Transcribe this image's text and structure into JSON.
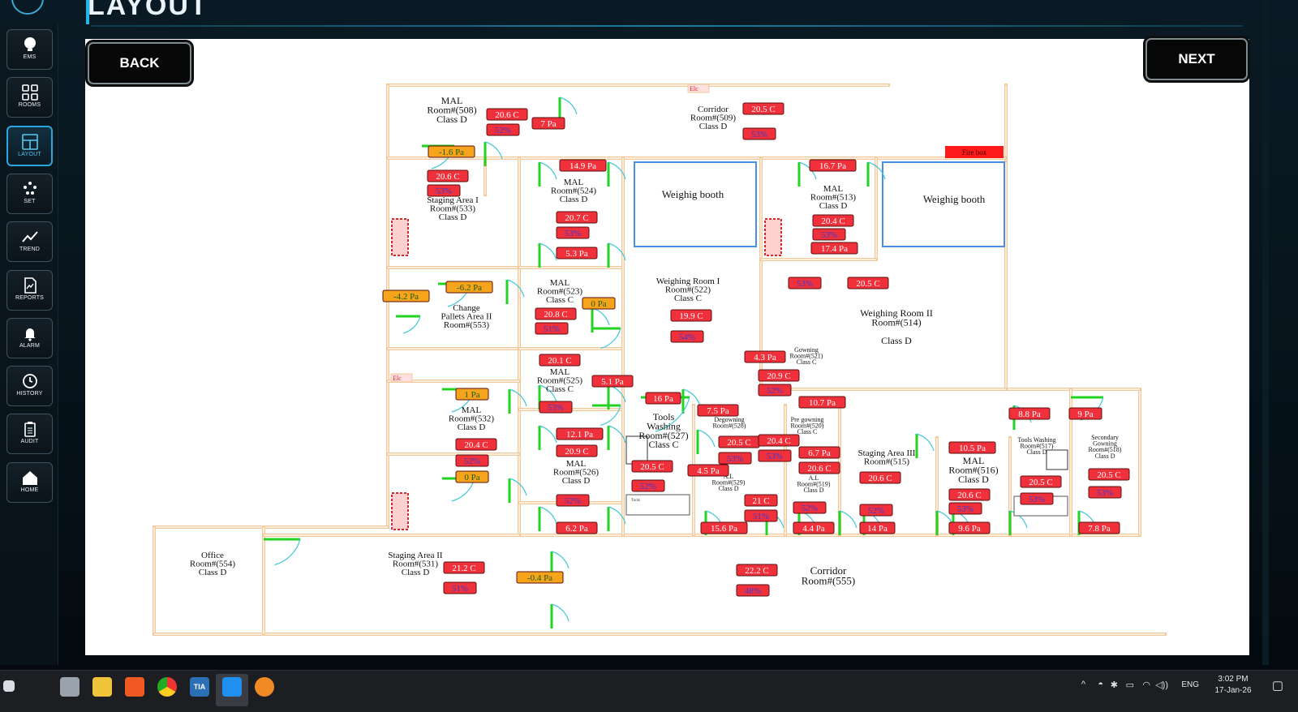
{
  "header": {
    "title": "LAYOUT"
  },
  "nav": [
    {
      "id": "ems",
      "label": "EMS",
      "icon": "bulb-icon"
    },
    {
      "id": "rooms",
      "label": "ROOMS",
      "icon": "grid-icon"
    },
    {
      "id": "layout",
      "label": "LAYOUT",
      "icon": "layout-icon",
      "active": true
    },
    {
      "id": "set",
      "label": "SET",
      "icon": "dots-icon"
    },
    {
      "id": "trend",
      "label": "TREND",
      "icon": "trend-icon"
    },
    {
      "id": "reports",
      "label": "REPORTS",
      "icon": "report-icon"
    },
    {
      "id": "alarm",
      "label": "ALARM",
      "icon": "bell-icon"
    },
    {
      "id": "history",
      "label": "HISTORY",
      "icon": "clock-icon"
    },
    {
      "id": "audit",
      "label": "AUDIT",
      "icon": "clipboard-icon"
    },
    {
      "id": "home",
      "label": "HOME",
      "icon": "home-icon"
    }
  ],
  "buttons": {
    "back": "BACK",
    "next": "NEXT"
  },
  "rooms": [
    {
      "id": "508",
      "lines": [
        "MAL",
        "Room#(508)",
        "Class D"
      ]
    },
    {
      "id": "509",
      "lines": [
        "Corridor",
        "Room#(509)",
        "Class D"
      ]
    },
    {
      "id": "533",
      "lines": [
        "Staging Area I",
        "Room#(533)",
        "Class D"
      ]
    },
    {
      "id": "524",
      "lines": [
        "MAL",
        "Room#(524)",
        "Class D"
      ]
    },
    {
      "id": "wb1",
      "lines": [
        "Weighig booth"
      ]
    },
    {
      "id": "wb2",
      "lines": [
        "Weighig booth"
      ]
    },
    {
      "id": "513",
      "lines": [
        "MAL",
        "Room#(513)",
        "Class D"
      ]
    },
    {
      "id": "553",
      "lines": [
        "Change",
        "Pallets Area II",
        "Room#(553)"
      ]
    },
    {
      "id": "523",
      "lines": [
        "MAL",
        "Room#(523)",
        "Class C"
      ]
    },
    {
      "id": "522",
      "lines": [
        "Weighing Room I",
        "Room#(522)",
        "Class C"
      ]
    },
    {
      "id": "514",
      "lines": [
        "Weighing Room II",
        "Room#(514)",
        "",
        "Class D"
      ]
    },
    {
      "id": "521",
      "lines": [
        "Gowning",
        "Room#(521)",
        "Class C"
      ]
    },
    {
      "id": "525",
      "lines": [
        "MAL",
        "Room#(525)",
        "Class C"
      ]
    },
    {
      "id": "532",
      "lines": [
        "MAL",
        "Room#(532)",
        "Class D"
      ]
    },
    {
      "id": "527",
      "lines": [
        "Tools",
        "Washing",
        "Room#(527)",
        "Class C"
      ]
    },
    {
      "id": "528",
      "lines": [
        "Degowning",
        "Room#(528)"
      ]
    },
    {
      "id": "520",
      "lines": [
        "Pre gowning",
        "Room#(520)",
        "Class C"
      ]
    },
    {
      "id": "515",
      "lines": [
        "Staging Area III",
        "Room#(515)",
        "",
        "Class D"
      ]
    },
    {
      "id": "516",
      "lines": [
        "MAL",
        "Room#(516)",
        "Class D"
      ]
    },
    {
      "id": "517",
      "lines": [
        "Tools Washing",
        "Room#(517)",
        "Class D"
      ]
    },
    {
      "id": "518",
      "lines": [
        "Secondary",
        "Gowning",
        "Room#(518)",
        "Class D"
      ]
    },
    {
      "id": "526",
      "lines": [
        "MAL",
        "Room#(526)",
        "Class D"
      ]
    },
    {
      "id": "529",
      "lines": [
        "A.L",
        "Room#(529)",
        "Class D"
      ]
    },
    {
      "id": "519",
      "lines": [
        "A.L",
        "Room#(519)",
        "Class D"
      ]
    },
    {
      "id": "554",
      "lines": [
        "Office",
        "Room#(554)",
        "Class D"
      ]
    },
    {
      "id": "531",
      "lines": [
        "Staging Area II",
        "Room#(531)",
        "Class D"
      ]
    },
    {
      "id": "555",
      "lines": [
        "Corridor",
        "Room#(555)"
      ]
    }
  ],
  "badges": [
    {
      "t": "20.6 C",
      "k": "red"
    },
    {
      "t": "52%",
      "k": "red"
    },
    {
      "t": "7 Pa",
      "k": "red"
    },
    {
      "t": "20.5 C",
      "k": "red"
    },
    {
      "t": "53%",
      "k": "red"
    },
    {
      "t": "Fire box",
      "k": "fire"
    },
    {
      "t": "-1.6 Pa",
      "k": "orange"
    },
    {
      "t": "20.6 C",
      "k": "red"
    },
    {
      "t": "53%",
      "k": "red"
    },
    {
      "t": "14.9 Pa",
      "k": "red"
    },
    {
      "t": "20.7 C",
      "k": "red"
    },
    {
      "t": "53%",
      "k": "red"
    },
    {
      "t": "5.3 Pa",
      "k": "red"
    },
    {
      "t": "16.7 Pa",
      "k": "red"
    },
    {
      "t": "20.4 C",
      "k": "red"
    },
    {
      "t": "53%",
      "k": "red"
    },
    {
      "t": "17.4 Pa",
      "k": "red"
    },
    {
      "t": "53%",
      "k": "red"
    },
    {
      "t": "20.5 C",
      "k": "red"
    },
    {
      "t": "-6.2 Pa",
      "k": "orange"
    },
    {
      "t": "-4.2 Pa",
      "k": "orange"
    },
    {
      "t": "0 Pa",
      "k": "orange"
    },
    {
      "t": "20.8 C",
      "k": "red"
    },
    {
      "t": "51%",
      "k": "red"
    },
    {
      "t": "19.9 C",
      "k": "red"
    },
    {
      "t": "54%",
      "k": "red"
    },
    {
      "t": "4.3 Pa",
      "k": "red"
    },
    {
      "t": "20.9 C",
      "k": "red"
    },
    {
      "t": "52%",
      "k": "red"
    },
    {
      "t": "10.7 Pa",
      "k": "red"
    },
    {
      "t": "20.1 C",
      "k": "red"
    },
    {
      "t": "5.1 Pa",
      "k": "red"
    },
    {
      "t": "53%",
      "k": "red"
    },
    {
      "t": "1 Pa",
      "k": "orange"
    },
    {
      "t": "20.4 C",
      "k": "red"
    },
    {
      "t": "52%",
      "k": "red"
    },
    {
      "t": "0 Pa",
      "k": "orange"
    },
    {
      "t": "16 Pa",
      "k": "red"
    },
    {
      "t": "7.5 Pa",
      "k": "red"
    },
    {
      "t": "20.5 C",
      "k": "red"
    },
    {
      "t": "20.4 C",
      "k": "red"
    },
    {
      "t": "53%",
      "k": "red"
    },
    {
      "t": "53%",
      "k": "red"
    },
    {
      "t": "6.7 Pa",
      "k": "red"
    },
    {
      "t": "20.6 C",
      "k": "red"
    },
    {
      "t": "4.5 Pa",
      "k": "red"
    },
    {
      "t": "12.1 Pa",
      "k": "red"
    },
    {
      "t": "20.9 C",
      "k": "red"
    },
    {
      "t": "52%",
      "k": "red"
    },
    {
      "t": "6.2 Pa",
      "k": "red"
    },
    {
      "t": "20.5 C",
      "k": "red"
    },
    {
      "t": "52%",
      "k": "red"
    },
    {
      "t": "21 C",
      "k": "red"
    },
    {
      "t": "51%",
      "k": "red"
    },
    {
      "t": "52%",
      "k": "red"
    },
    {
      "t": "15.6 Pa",
      "k": "red"
    },
    {
      "t": "4.4 Pa",
      "k": "red"
    },
    {
      "t": "20.6 C",
      "k": "red"
    },
    {
      "t": "52%",
      "k": "red"
    },
    {
      "t": "14 Pa",
      "k": "red"
    },
    {
      "t": "10.5 Pa",
      "k": "red"
    },
    {
      "t": "20.6 C",
      "k": "red"
    },
    {
      "t": "53%",
      "k": "red"
    },
    {
      "t": "9.6 Pa",
      "k": "red"
    },
    {
      "t": "8.8 Pa",
      "k": "red"
    },
    {
      "t": "9 Pa",
      "k": "red"
    },
    {
      "t": "20.5 C",
      "k": "red"
    },
    {
      "t": "53%",
      "k": "red"
    },
    {
      "t": "20.5 C",
      "k": "red"
    },
    {
      "t": "53%",
      "k": "red"
    },
    {
      "t": "7.8 Pa",
      "k": "red"
    },
    {
      "t": "21.2 C",
      "k": "red"
    },
    {
      "t": "51%",
      "k": "red"
    },
    {
      "t": "-0.4 Pa",
      "k": "orange"
    },
    {
      "t": "22.2 C",
      "k": "red"
    },
    {
      "t": "48%",
      "k": "red"
    }
  ],
  "plan_labels": {
    "elc": "Elc",
    "tools": "Tools"
  },
  "colors": {
    "badge_red": "#f0303a",
    "badge_orange": "#f5a41c",
    "fire": "#ff1a1a",
    "wall": "#f2c89a",
    "door": "#22d322",
    "accent": "#2aa6e0"
  },
  "taskbar": {
    "apps": [
      "windows-start-icon",
      "database-icon",
      "file-explorer-icon",
      "brave-browser-icon",
      "chrome-icon",
      "tia-portal-icon",
      "teams-icon",
      "vlc-icon"
    ],
    "tia_label": "TIA",
    "lang": "ENG",
    "time": "3:02 PM",
    "date": "17-Jan-26"
  }
}
